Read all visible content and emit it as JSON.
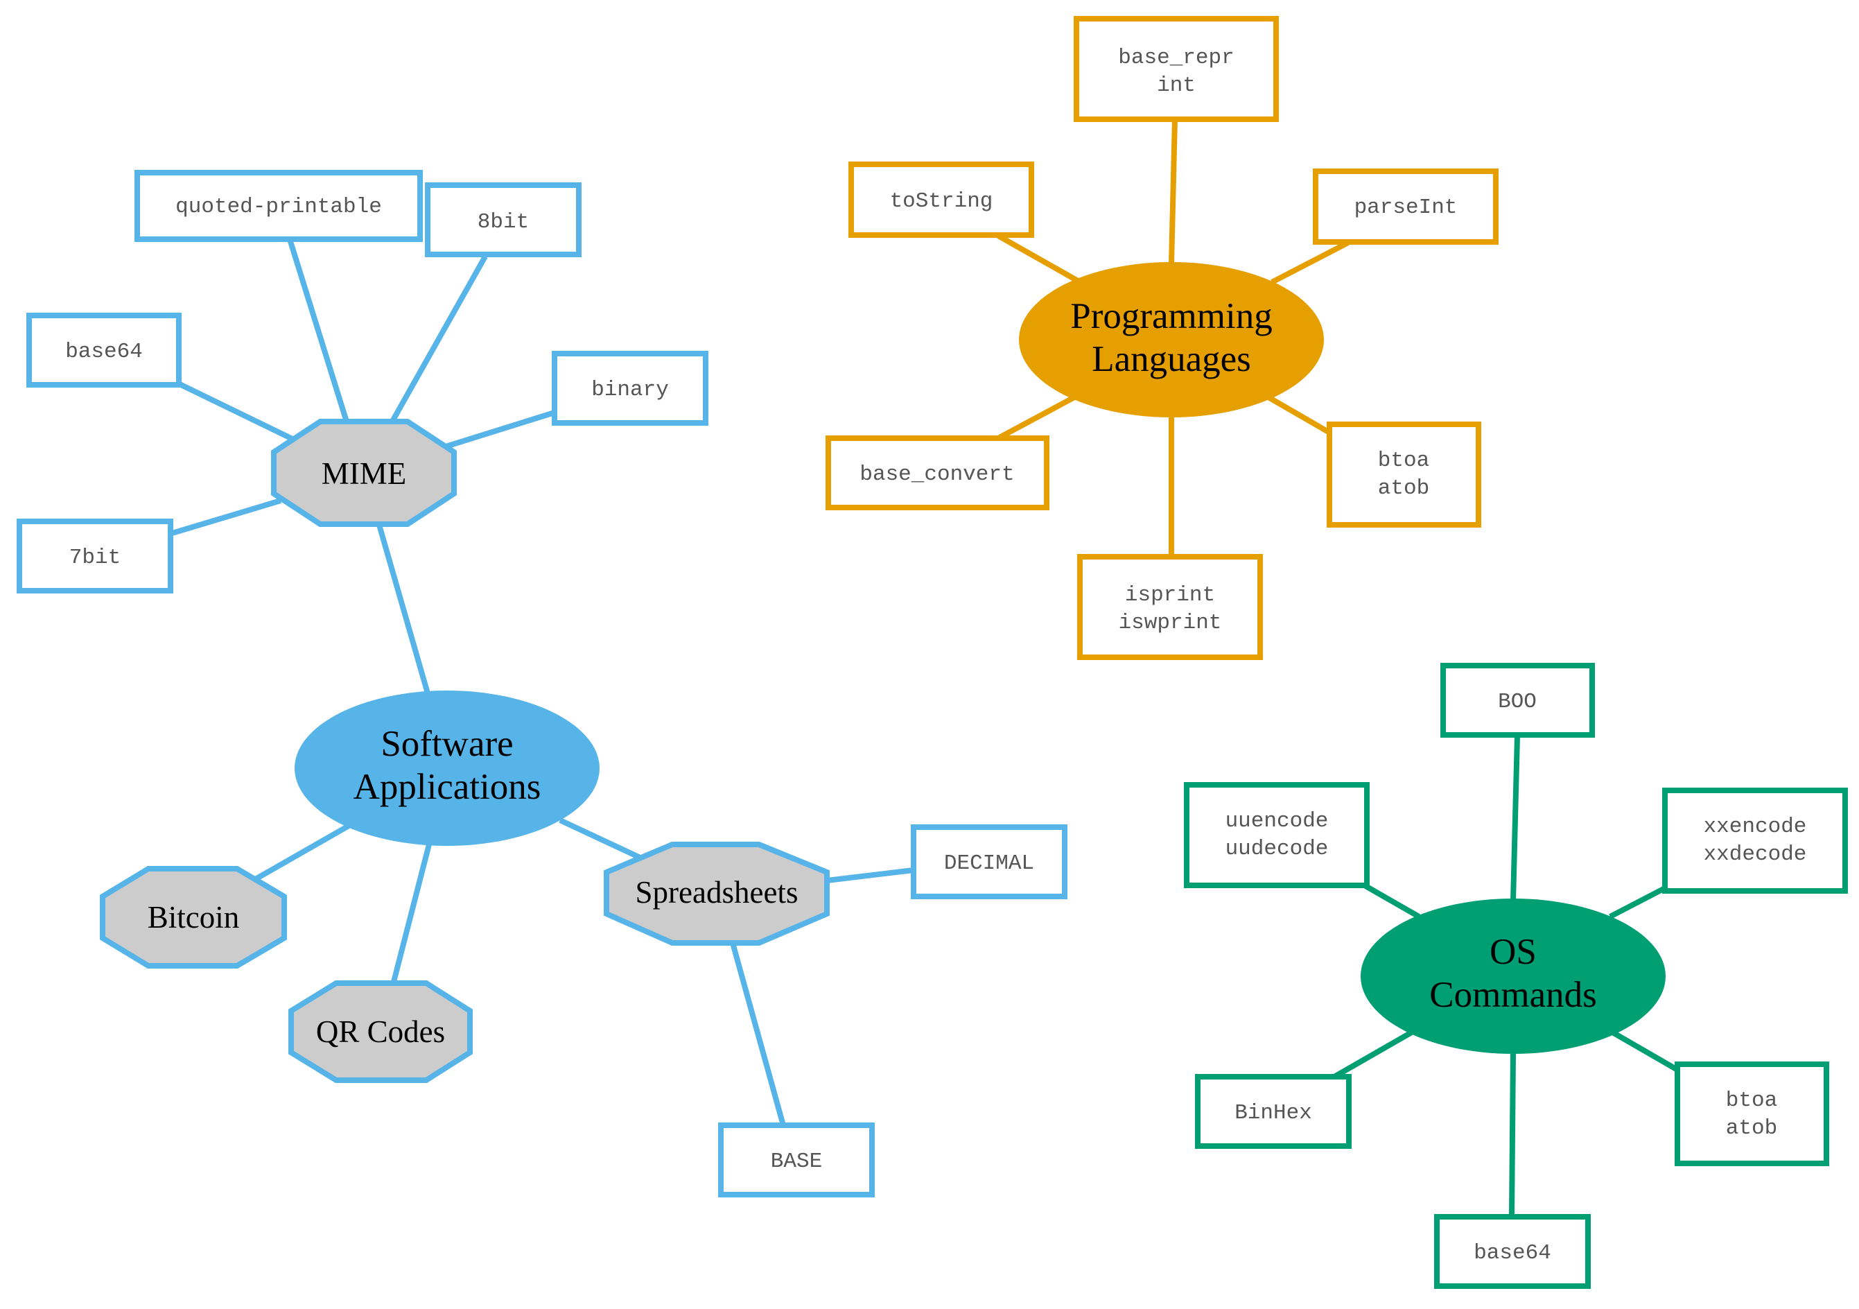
{
  "colors": {
    "software": "#56b4e9",
    "programming": "#e69f00",
    "os": "#009e73",
    "octagon_fill": "#cccccc",
    "leaf_text": "#555555"
  },
  "hubs": [
    {
      "id": "software",
      "lines": [
        "Software",
        "Applications"
      ]
    },
    {
      "id": "programming",
      "lines": [
        "Programming",
        "Languages"
      ]
    },
    {
      "id": "os",
      "lines": [
        "OS",
        "Commands"
      ]
    }
  ],
  "subhubs": [
    {
      "id": "mime",
      "label": "MIME"
    },
    {
      "id": "bitcoin",
      "label": "Bitcoin"
    },
    {
      "id": "qrcodes",
      "label": "QR Codes"
    },
    {
      "id": "spreadsheets",
      "label": "Spreadsheets"
    }
  ],
  "leaves": [
    {
      "id": "quoted-printable",
      "lines": [
        "quoted-printable"
      ]
    },
    {
      "id": "8bit",
      "lines": [
        "8bit"
      ]
    },
    {
      "id": "base64-mime",
      "lines": [
        "base64"
      ]
    },
    {
      "id": "binary",
      "lines": [
        "binary"
      ]
    },
    {
      "id": "7bit",
      "lines": [
        "7bit"
      ]
    },
    {
      "id": "decimal",
      "lines": [
        "DECIMAL"
      ]
    },
    {
      "id": "base",
      "lines": [
        "BASE"
      ]
    },
    {
      "id": "base-repr",
      "lines": [
        "base_repr",
        "int"
      ]
    },
    {
      "id": "tostring",
      "lines": [
        "toString"
      ]
    },
    {
      "id": "parseint",
      "lines": [
        "parseInt"
      ]
    },
    {
      "id": "base-convert",
      "lines": [
        "base_convert"
      ]
    },
    {
      "id": "btoa-prog",
      "lines": [
        "btoa",
        "atob"
      ]
    },
    {
      "id": "isprint",
      "lines": [
        "isprint",
        "iswprint"
      ]
    },
    {
      "id": "boo",
      "lines": [
        "BOO"
      ]
    },
    {
      "id": "uuencode",
      "lines": [
        "uuencode",
        "uudecode"
      ]
    },
    {
      "id": "xxencode",
      "lines": [
        "xxencode",
        "xxdecode"
      ]
    },
    {
      "id": "binhex",
      "lines": [
        "BinHex"
      ]
    },
    {
      "id": "btoa-os",
      "lines": [
        "btoa",
        "atob"
      ]
    },
    {
      "id": "base64-os",
      "lines": [
        "base64"
      ]
    }
  ]
}
